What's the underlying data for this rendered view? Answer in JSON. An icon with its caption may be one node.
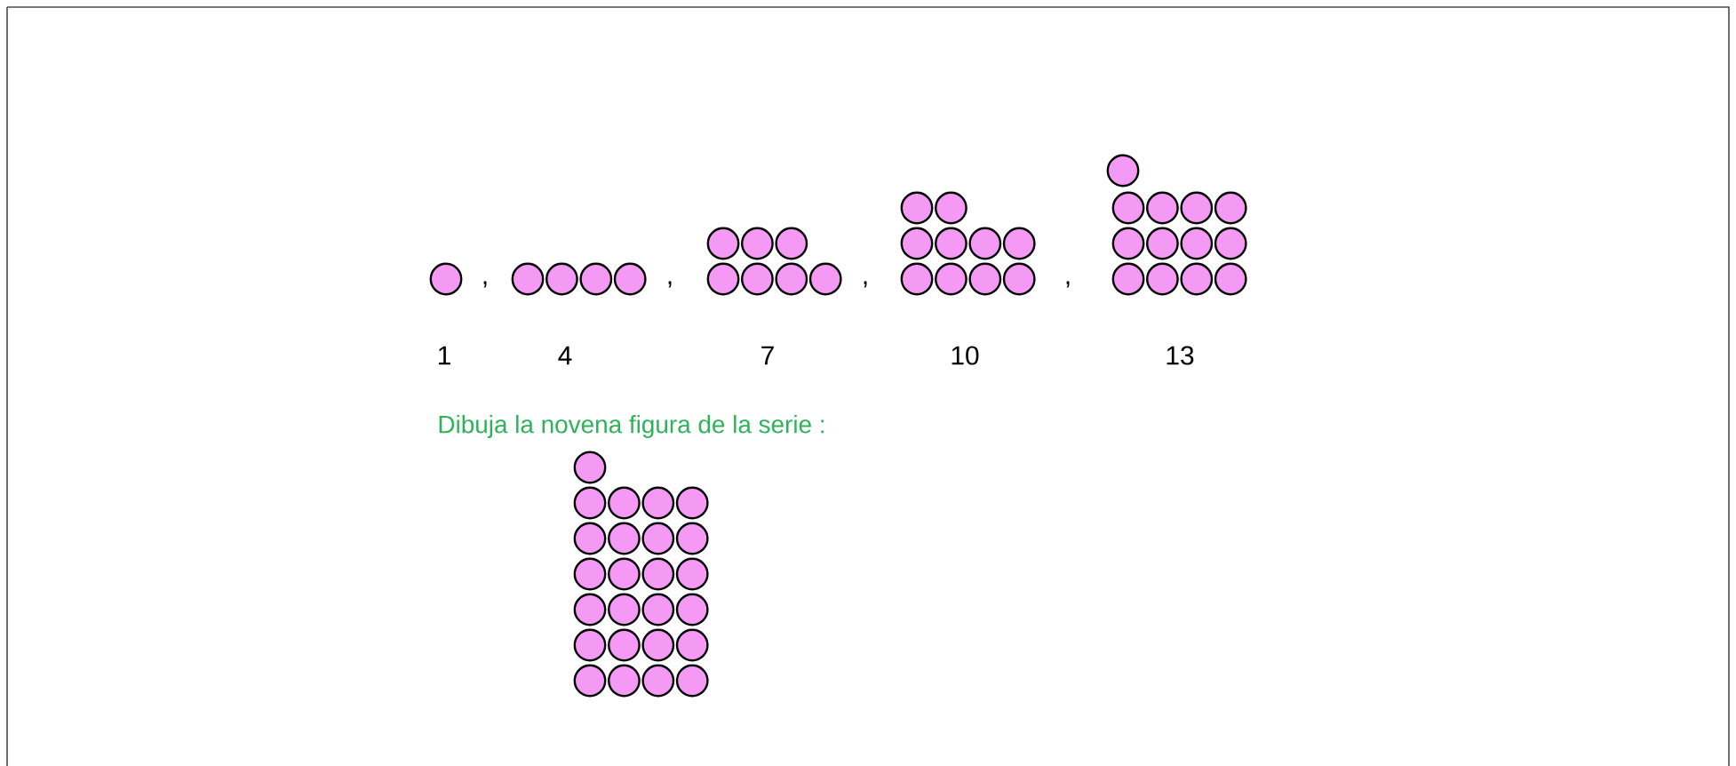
{
  "diagram": {
    "labels": [
      ",",
      ",",
      ",",
      ",",
      "1",
      "4",
      "7",
      "10",
      "13",
      "Dibuja la novena figura de la serie :"
    ]
  }
}
